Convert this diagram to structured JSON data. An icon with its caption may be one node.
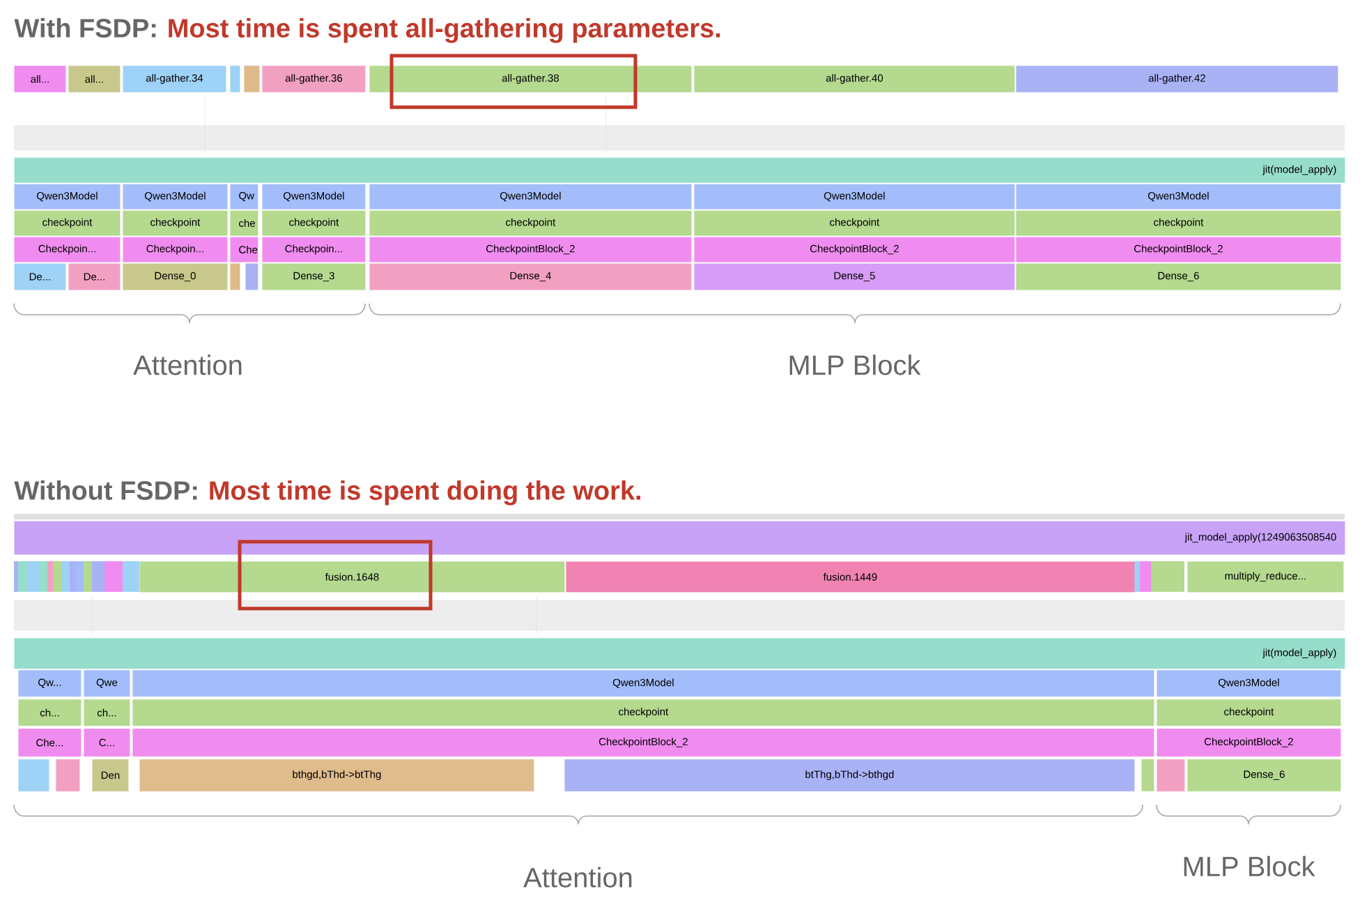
{
  "diagram": {
    "nodes": [
      {
        "text": [
          "all..."
        ]
      },
      {
        "text": [
          "all..."
        ]
      },
      {
        "text": [
          "all-gather.34"
        ]
      },
      {
        "text": [],
        "shape": "bar"
      },
      {
        "text": [],
        "shape": "bar"
      },
      {
        "text": [
          "all-gather.36"
        ]
      },
      {
        "text": [
          "all-gather.38"
        ]
      },
      {
        "text": [
          "all-gather.40"
        ]
      },
      {
        "text": [
          "all-gather.42"
        ]
      },
      {
        "text": [
          "jit(model_apply)"
        ]
      },
      {
        "text": [
          "Qwen3Model"
        ]
      },
      {
        "text": [
          "Qwen3Model"
        ]
      },
      {
        "text": [
          "Qw"
        ]
      },
      {
        "text": [
          "Qwen3Model"
        ]
      },
      {
        "text": [
          "Qwen3Model"
        ]
      },
      {
        "text": [
          "Qwen3Model"
        ]
      },
      {
        "text": [
          "Qwen3Model"
        ]
      },
      {
        "text": [
          "checkpoint"
        ]
      },
      {
        "text": [
          "checkpoint"
        ]
      },
      {
        "text": [
          "che"
        ]
      },
      {
        "text": [
          "checkpoint"
        ]
      },
      {
        "text": [
          "checkpoint"
        ]
      },
      {
        "text": [
          "checkpoint"
        ]
      },
      {
        "text": [
          "checkpoint"
        ]
      },
      {
        "text": [
          "Checkpoin..."
        ]
      },
      {
        "text": [
          "Checkpoin..."
        ]
      },
      {
        "text": [
          "Che"
        ]
      },
      {
        "text": [
          "Checkpoin..."
        ]
      },
      {
        "text": [
          "CheckpointBlock_2"
        ]
      },
      {
        "text": [
          "CheckpointBlock_2"
        ]
      },
      {
        "text": [
          "CheckpointBlock_2"
        ]
      },
      {
        "text": [
          "De..."
        ]
      },
      {
        "text": [
          "De..."
        ]
      },
      {
        "text": [
          "Dense_0"
        ]
      },
      {
        "text": [],
        "shape": "bar"
      },
      {
        "text": [],
        "shape": "bar"
      },
      {
        "text": [
          "Dense_3"
        ]
      },
      {
        "text": [
          "Dense_4"
        ]
      },
      {
        "text": [
          "Dense_5"
        ]
      },
      {
        "text": [
          "Dense_6"
        ]
      },
      {
        "text": [
          "jit_model_apply(1249063508540"
        ]
      },
      {
        "text": [
          "fusion.1648"
        ]
      },
      {
        "text": [
          "fusion.1449"
        ]
      },
      {
        "text": [
          "multiply_reduce..."
        ]
      },
      {
        "text": [
          "jit(model_apply)"
        ]
      },
      {
        "text": [
          "Qw..."
        ]
      },
      {
        "text": [
          "Qwe"
        ]
      },
      {
        "text": [
          "Qwen3Model"
        ]
      },
      {
        "text": [
          "Qwen3Model"
        ]
      },
      {
        "text": [
          "ch..."
        ]
      },
      {
        "text": [
          "ch..."
        ]
      },
      {
        "text": [
          "checkpoint"
        ]
      },
      {
        "text": [
          "checkpoint"
        ]
      },
      {
        "text": [
          "Che..."
        ]
      },
      {
        "text": [
          "C..."
        ]
      },
      {
        "text": [
          "CheckpointBlock_2"
        ]
      },
      {
        "text": [
          "CheckpointBlock_2"
        ]
      },
      {
        "text": [],
        "shape": "bar"
      },
      {
        "text": [],
        "shape": "bar"
      },
      {
        "text": [
          "Den"
        ]
      },
      {
        "text": [
          "bthgd,bThd->btThg"
        ]
      },
      {
        "text": [
          "btThg,bThd->bthgd"
        ]
      },
      {
        "text": [],
        "shape": "bar"
      },
      {
        "text": [],
        "shape": "bar"
      },
      {
        "text": [
          "Dense_6"
        ]
      }
    ],
    "labels": [
      "With FSDP:",
      "Most time is spent all-gathering parameters.",
      "Attention",
      "MLP Block",
      "Without FSDP:",
      "Most time is spent doing the work.",
      "Attention",
      "MLP Block"
    ]
  }
}
